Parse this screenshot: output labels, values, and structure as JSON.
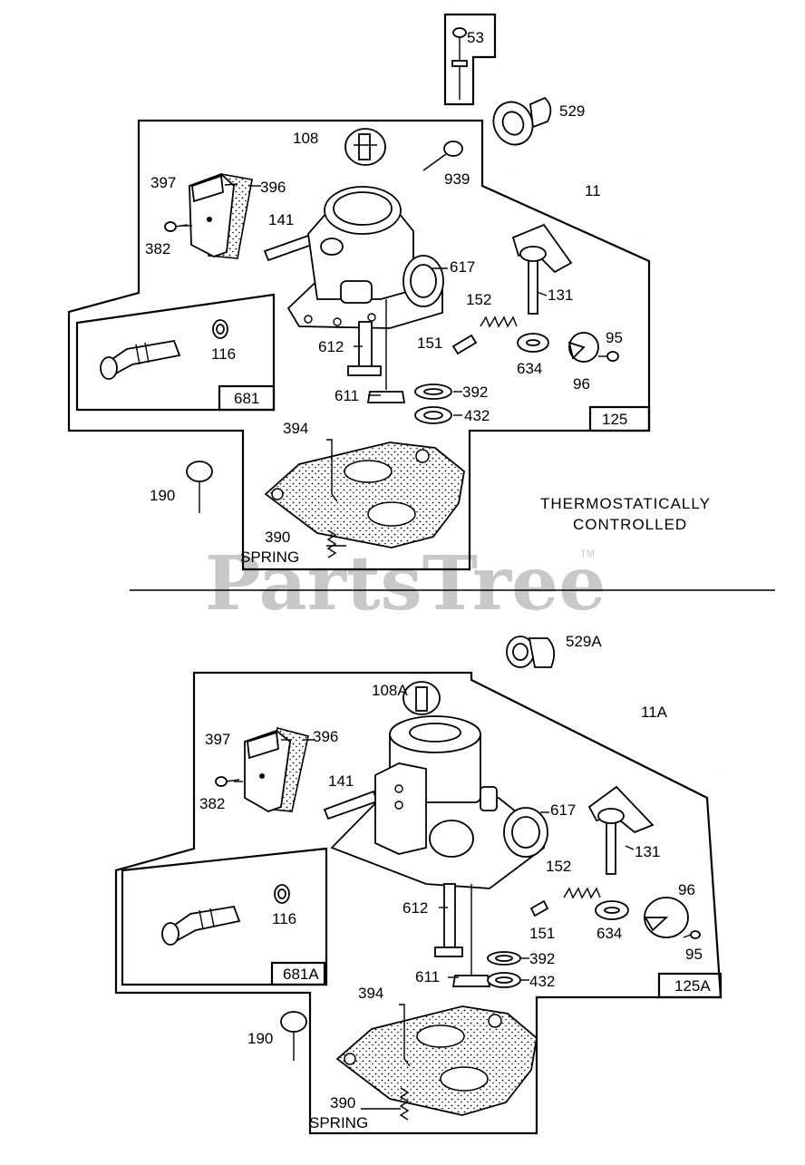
{
  "watermark": {
    "text": "PartsTree",
    "trademark": "TM"
  },
  "top_diagram": {
    "note_line1": "THERMOSTATICALLY",
    "note_line2": "CONTROLLED",
    "spring_label": "SPRING",
    "labels": {
      "p53": "53",
      "p529": "529",
      "p108": "108",
      "p939": "939",
      "p11": "11",
      "p397": "397",
      "p396": "396",
      "p382": "382",
      "p141": "141",
      "p617": "617",
      "p152": "152",
      "p131": "131",
      "p151": "151",
      "p612": "612",
      "p634": "634",
      "p95": "95",
      "p96": "96",
      "p116": "116",
      "p611": "611",
      "p392": "392",
      "p432": "432",
      "p681": "681",
      "p125": "125",
      "p394": "394",
      "p190": "190",
      "p390": "390"
    }
  },
  "bottom_diagram": {
    "spring_label": "SPRING",
    "labels": {
      "p529A": "529A",
      "p108A": "108A",
      "p11A": "11A",
      "p397": "397",
      "p396": "396",
      "p141": "141",
      "p382": "382",
      "p617": "617",
      "p152": "152",
      "p131": "131",
      "p96": "96",
      "p116": "116",
      "p612": "612",
      "p151": "151",
      "p634": "634",
      "p95": "95",
      "p392": "392",
      "p611": "611",
      "p432": "432",
      "p681A": "681A",
      "p125A": "125A",
      "p394": "394",
      "p190": "190",
      "p390": "390"
    }
  }
}
